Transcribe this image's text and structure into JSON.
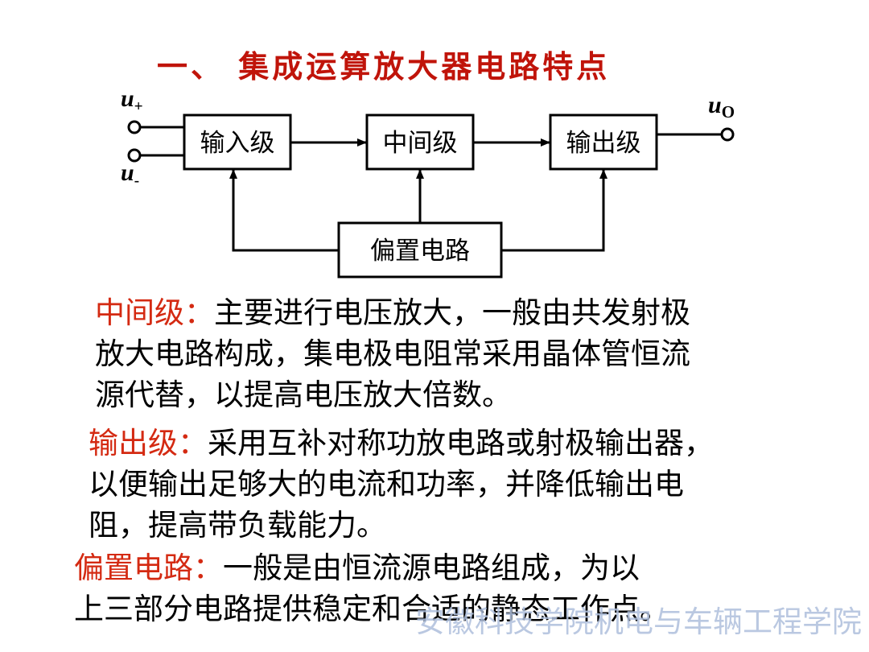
{
  "title": "一、 集成运算放大器电路特点",
  "diagram": {
    "input_plus": "u",
    "input_plus_sub": "+",
    "input_minus": "u",
    "input_minus_sub": "-",
    "output": "u",
    "output_sub": "O",
    "blocks": [
      "输入级",
      "中间级",
      "输出级"
    ],
    "bias_block": "偏置电路"
  },
  "paragraphs": [
    {
      "head": "中间级：",
      "lines": [
        "主要进行电压放大，一般由共发射极",
        "放大电路构成，集电极电阻常采用晶体管恒流",
        "源代替，以提高电压放大倍数。"
      ]
    },
    {
      "head": "输出级：",
      "lines": [
        "采用互补对称功放电路或射极输出器，",
        "以便输出足够大的电流和功率，并降低输出电",
        "阻，提高带负载能力。"
      ]
    },
    {
      "head": "偏置电路：",
      "lines": [
        "一般是由恒流源电路组成，为以",
        "上三部分电路提供稳定和合适的静态工作点。"
      ]
    }
  ],
  "watermark": "安徽科技学院机电与车辆工程学院"
}
